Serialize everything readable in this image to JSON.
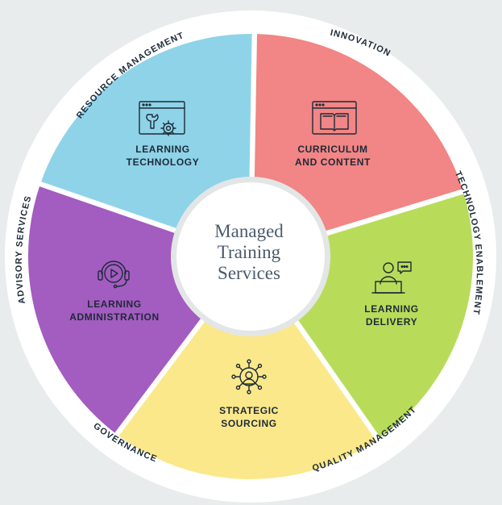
{
  "center": {
    "lines": [
      "Managed",
      "Training",
      "Services"
    ]
  },
  "segments": [
    {
      "id": "learning-technology",
      "lines": [
        "LEARNING",
        "TECHNOLOGY"
      ],
      "color": "#8fd3e8",
      "icon": "browser-tools-icon"
    },
    {
      "id": "curriculum-and-content",
      "lines": [
        "CURRICULUM",
        "AND CONTENT"
      ],
      "color": "#f28585",
      "icon": "browser-book-icon"
    },
    {
      "id": "learning-delivery",
      "lines": [
        "LEARNING",
        "DELIVERY"
      ],
      "color": "#b8dc5a",
      "icon": "presenter-chat-icon"
    },
    {
      "id": "strategic-sourcing",
      "lines": [
        "STRATEGIC",
        "SOURCING"
      ],
      "color": "#fbe88b",
      "icon": "network-person-icon"
    },
    {
      "id": "learning-administration",
      "lines": [
        "LEARNING",
        "ADMINISTRATION"
      ],
      "color": "#a35cc0",
      "icon": "headset-play-icon"
    }
  ],
  "ring_labels": [
    {
      "id": "resource-management",
      "text": "RESOURCE MANAGEMENT"
    },
    {
      "id": "innovation",
      "text": "INNOVATION"
    },
    {
      "id": "technology-enablement",
      "text": "TECHNOLOGY ENABLEMENT"
    },
    {
      "id": "quality-management",
      "text": "QUALITY MANAGEMENT"
    },
    {
      "id": "governance",
      "text": "GOVERNANCE"
    },
    {
      "id": "advisory-services",
      "text": "ADVISORY SERVICES"
    }
  ]
}
